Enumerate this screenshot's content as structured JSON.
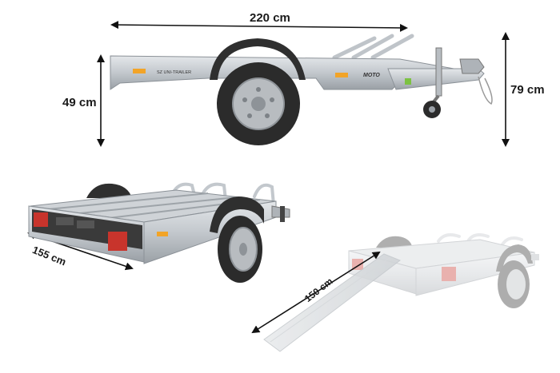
{
  "dimensions": {
    "length": "220 cm",
    "frame_height": "49 cm",
    "total_height": "79 cm",
    "width": "155 cm",
    "ramp_length": "150 cm"
  },
  "trailer_side": {
    "brand_text": "SZ UNI-TRAILER",
    "model_text": "MOTO"
  },
  "colors": {
    "background": "#ffffff",
    "arrow": "#111111",
    "galvanized": "#c9cdd1",
    "tire": "#2b2b2b",
    "rim": "#b8bcc0",
    "reflector_orange": "#f2a428",
    "lamp_red": "#c8342c"
  }
}
